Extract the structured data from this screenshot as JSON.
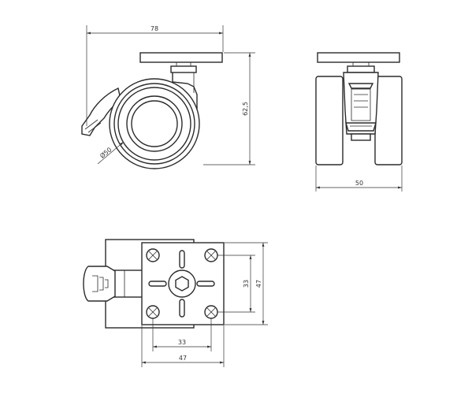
{
  "dimensions": {
    "side_width": "78",
    "side_height": "62,5",
    "wheel_diameter": "Ø50",
    "front_width": "50",
    "plate_hole_spacing_v": "33",
    "plate_size_v": "47",
    "plate_hole_spacing_h": "33",
    "plate_size_h": "47"
  },
  "colors": {
    "line": "#2b2b2b",
    "background": "#ffffff"
  }
}
